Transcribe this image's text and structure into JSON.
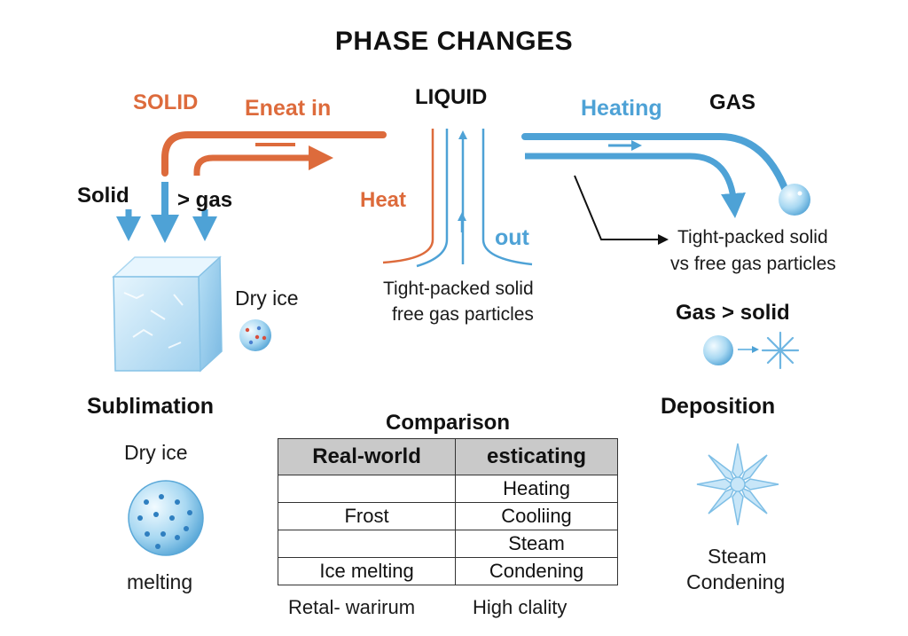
{
  "title": "PHASE CHANGES",
  "labels": {
    "solid_top": "SOLID",
    "heat_in": "Eneat in",
    "liquid": "LIQUID",
    "heating": "Heating",
    "gas": "GAS",
    "solid_gas_left": "Solid",
    "solid_gas_right": "> gas",
    "heat": "Heat",
    "out": "out",
    "dry_ice_top": "Dry ice",
    "center_caption_1": "Tight-packed solid",
    "center_caption_2": "free gas particles",
    "right_caption_1": "Tight-packed solid",
    "right_caption_2": "vs free gas particles",
    "gas_solid": "Gas > solid",
    "sublimation": "Sublimation",
    "deposition": "Deposition",
    "dry_ice_bottom": "Dry ice",
    "melting": "melting",
    "steam": "Steam",
    "condening": "Condening"
  },
  "comparison": {
    "title": "Comparison",
    "headers": [
      "Real-world",
      "esticating"
    ],
    "rows": [
      [
        "",
        "Heating"
      ],
      [
        "Frost",
        "Cooliing"
      ],
      [
        "",
        "Steam"
      ],
      [
        "Ice melting",
        "Condening"
      ]
    ],
    "footer": [
      "Retal- warirum",
      "High clality"
    ]
  },
  "colors": {
    "orange": "#dd6b3c",
    "blue": "#4ea2d6",
    "ice": "#bfe2f5"
  }
}
